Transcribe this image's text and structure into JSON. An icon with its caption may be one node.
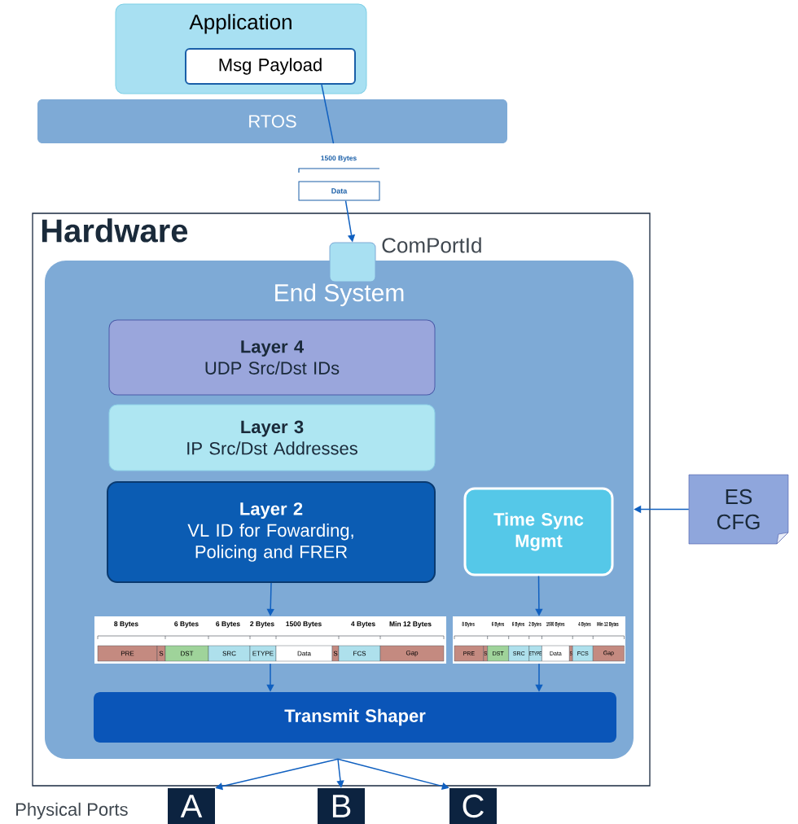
{
  "diagram": {
    "nodes": [
      {
        "text": [
          "Application"
        ]
      },
      {
        "text": [
          "Msg Payload"
        ],
        "in": 0
      },
      {
        "text": [
          "RTOS"
        ]
      },
      {
        "text": [
          "Data"
        ]
      },
      {
        "text": [
          "Hardware"
        ]
      },
      {
        "text": [],
        "shape": "box",
        "beside": [
          "ComPortId"
        ],
        "in": 4
      },
      {
        "text": [
          "End System"
        ],
        "in": 4
      },
      {
        "text": [
          "Layer 4",
          "UDP Src/Dst IDs"
        ],
        "in": 6
      },
      {
        "text": [
          "Layer 3",
          "IP Src/Dst Addresses"
        ],
        "in": 6
      },
      {
        "text": [
          "Layer 2",
          "VL ID for Fowarding, Policing and FRER"
        ],
        "in": 6
      },
      {
        "text": [
          "Time Sync Mgmt"
        ],
        "in": 6
      },
      {
        "text": [
          "8 Bytes",
          "6 Bytes",
          "6 Bytes",
          "2 Bytes",
          "1500 Bytes",
          "4 Bytes",
          "Min 12 Bytes",
          "PRE",
          "S",
          "DST",
          "SRC",
          "ETYPE",
          "Data",
          "S",
          "FCS",
          "Gap"
        ],
        "in": 6
      },
      {
        "text": [
          "8 Bytes",
          "6 Bytes",
          "6 Bytes",
          "2 Bytes",
          "1500 Bytes",
          "4 Bytes",
          "Min 12 Bytes",
          "PRE",
          "S",
          "DST",
          "SRC",
          "ETYPE",
          "Data",
          "S",
          "FCS",
          "Gap"
        ],
        "in": 6
      },
      {
        "text": [
          "Transmit Shaper"
        ],
        "in": 6
      },
      {
        "text": [
          "ES CFG"
        ]
      },
      {
        "text": [
          "A"
        ]
      },
      {
        "text": [
          "B"
        ]
      },
      {
        "text": [
          "C"
        ]
      }
    ],
    "edges": [
      {
        "from": 1,
        "to": 2,
        "arrow": "none"
      },
      {
        "from": 3,
        "to": 5,
        "arrow": "to"
      },
      {
        "from": 9,
        "to": 11,
        "arrow": "to"
      },
      {
        "from": 10,
        "to": 12,
        "arrow": "to"
      },
      {
        "from": 11,
        "to": 13,
        "arrow": "to"
      },
      {
        "from": 12,
        "to": 13,
        "arrow": "to"
      },
      {
        "from": 14,
        "to": 6,
        "arrow": "to"
      },
      {
        "from": 13,
        "to": 15,
        "arrow": "to"
      },
      {
        "from": 13,
        "to": 16,
        "arrow": "to"
      },
      {
        "from": 13,
        "to": 17,
        "arrow": "to"
      }
    ],
    "labels": [
      "1500 Bytes",
      "Physical Ports"
    ]
  }
}
